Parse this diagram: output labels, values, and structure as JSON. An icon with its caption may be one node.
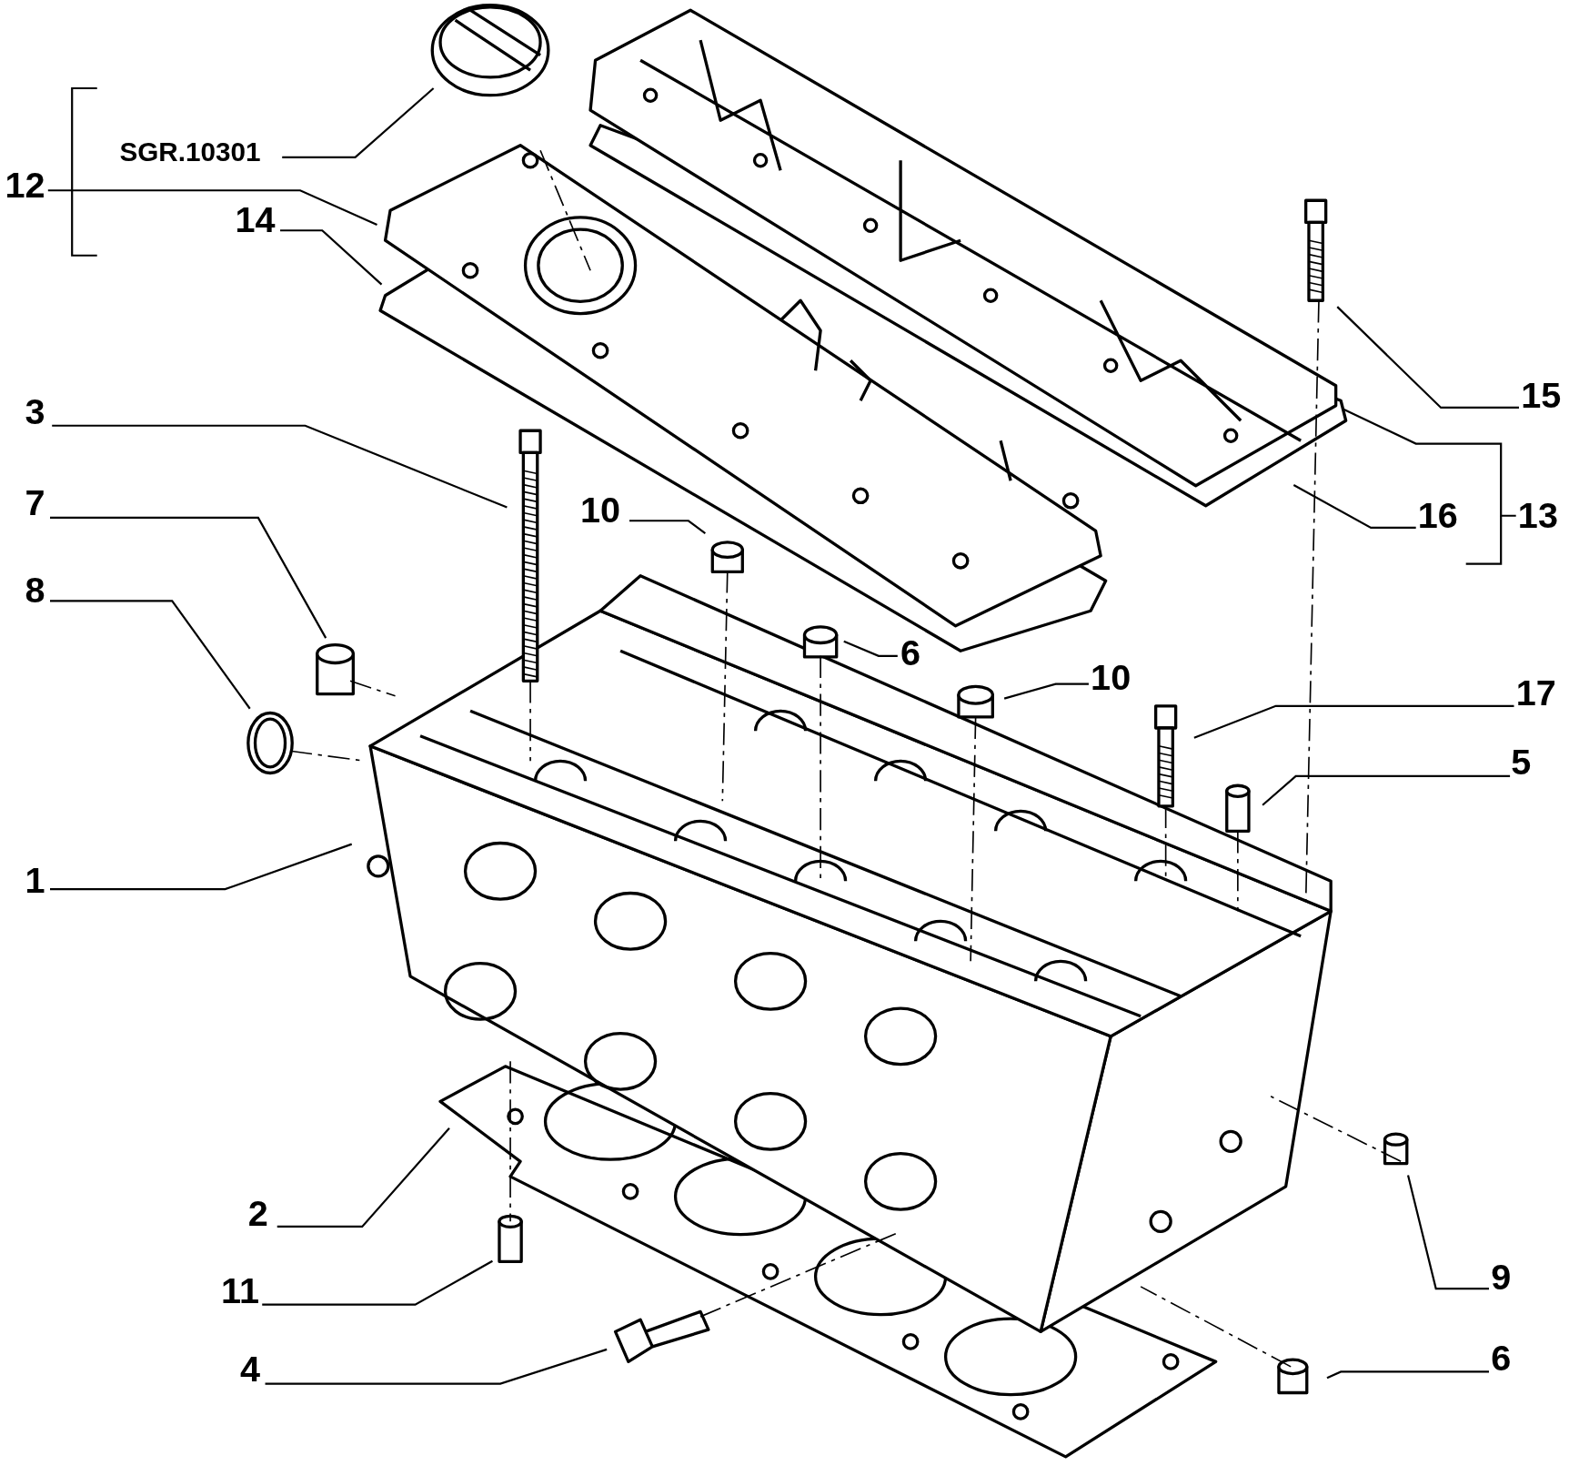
{
  "diagram": {
    "nodes": [
      {
        "text": [
          "12"
        ]
      },
      {
        "text": [
          "SGR.10301"
        ]
      },
      {
        "text": [
          "14"
        ]
      },
      {
        "text": [
          "3"
        ]
      },
      {
        "text": [
          "7"
        ]
      },
      {
        "text": [
          "8"
        ]
      },
      {
        "text": [
          "10"
        ]
      },
      {
        "text": [
          "6"
        ]
      },
      {
        "text": [
          "10"
        ]
      },
      {
        "text": [
          "17"
        ]
      },
      {
        "text": [
          "5"
        ]
      },
      {
        "text": [
          "15"
        ]
      },
      {
        "text": [
          "16"
        ]
      },
      {
        "text": [
          "13"
        ]
      },
      {
        "text": [
          "1"
        ]
      },
      {
        "text": [
          "2"
        ]
      },
      {
        "text": [
          "11"
        ]
      },
      {
        "text": [
          "4"
        ]
      },
      {
        "text": [
          "9"
        ]
      },
      {
        "text": [
          "6"
        ]
      }
    ],
    "edges": [
      {
        "from": 0,
        "to": null,
        "arrow": "none"
      },
      {
        "from": 1,
        "to": null,
        "arrow": "none"
      },
      {
        "from": 2,
        "to": null,
        "arrow": "none"
      },
      {
        "from": 3,
        "to": null,
        "arrow": "none"
      },
      {
        "from": 4,
        "to": null,
        "arrow": "none"
      },
      {
        "from": 5,
        "to": null,
        "arrow": "none"
      },
      {
        "from": 6,
        "to": null,
        "arrow": "none"
      },
      {
        "from": 7,
        "to": null,
        "arrow": "none"
      },
      {
        "from": 8,
        "to": null,
        "arrow": "none"
      },
      {
        "from": 9,
        "to": null,
        "arrow": "none"
      },
      {
        "from": 10,
        "to": null,
        "arrow": "none"
      },
      {
        "from": 11,
        "to": null,
        "arrow": "none"
      },
      {
        "from": 12,
        "to": null,
        "arrow": "none"
      },
      {
        "from": 13,
        "to": null,
        "arrow": "none"
      },
      {
        "from": 14,
        "to": null,
        "arrow": "none"
      },
      {
        "from": 15,
        "to": null,
        "arrow": "none"
      },
      {
        "from": 16,
        "to": null,
        "arrow": "none"
      },
      {
        "from": 17,
        "to": null,
        "arrow": "none"
      },
      {
        "from": 18,
        "to": null,
        "arrow": "none"
      },
      {
        "from": 19,
        "to": null,
        "arrow": "none"
      }
    ]
  }
}
